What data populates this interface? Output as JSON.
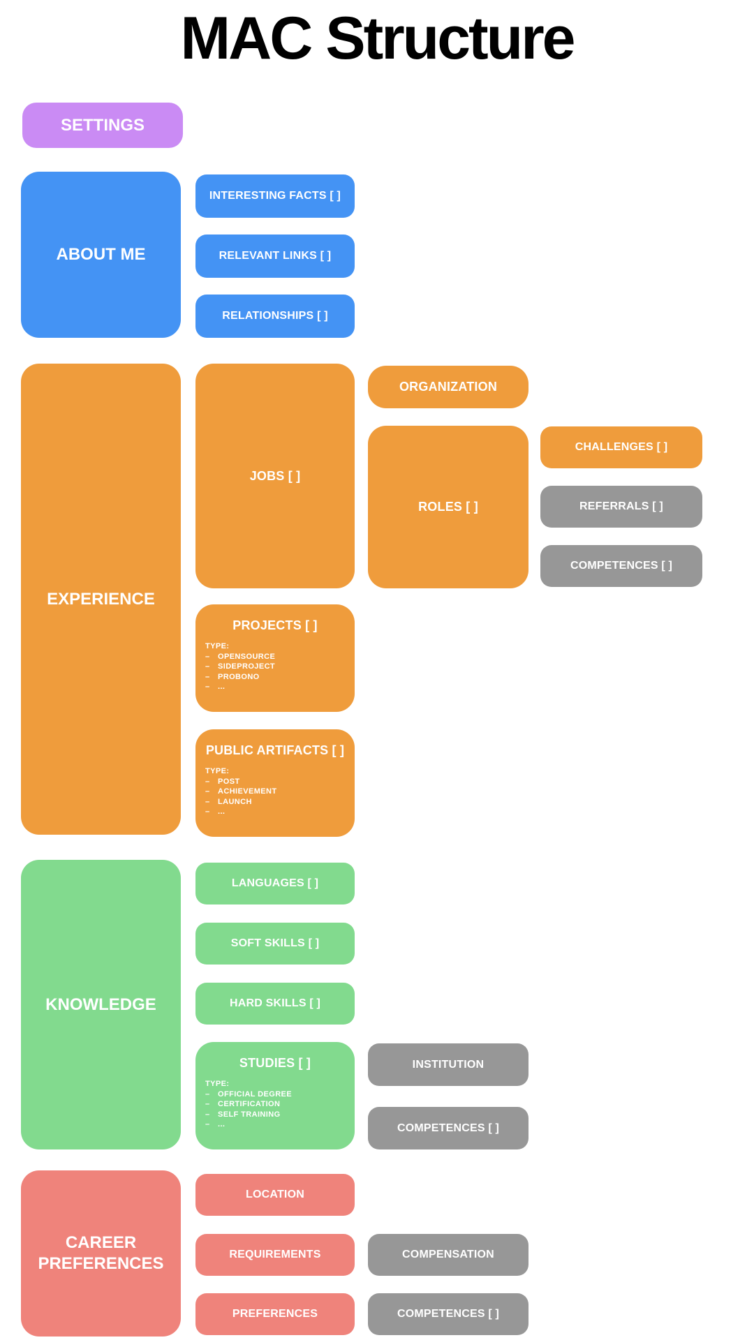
{
  "page": {
    "title": "MAC Structure"
  },
  "bullet": "–",
  "colors": {
    "purple": "#CA8BF4",
    "blue": "#4493F4",
    "orange": "#EF9C3C",
    "green": "#82DA8E",
    "salmon": "#EF837B",
    "gray": "#979797",
    "title_text": "#000000",
    "node_text": "#FFFFFF"
  },
  "nodes": {
    "settings": {
      "label": "SETTINGS"
    },
    "about_me": {
      "label": "ABOUT ME"
    },
    "interesting_facts": {
      "label": "INTERESTING FACTS [ ]"
    },
    "relevant_links": {
      "label": "RELEVANT LINKS [ ]"
    },
    "relationships": {
      "label": "RELATIONSHIPS [ ]"
    },
    "experience": {
      "label": "EXPERIENCE"
    },
    "jobs": {
      "label": "JOBS [ ]"
    },
    "organization": {
      "label": "ORGANIZATION"
    },
    "roles": {
      "label": "ROLES [ ]"
    },
    "challenges": {
      "label": "CHALLENGES [ ]"
    },
    "referrals": {
      "label": "REFERRALS [ ]"
    },
    "roles_competences": {
      "label": "COMPETENCES [ ]"
    },
    "projects": {
      "label": "PROJECTS [ ]",
      "type_heading": "TYPE:",
      "types": [
        "OPENSOURCE",
        "SIDEPROJECT",
        "PROBONO",
        "..."
      ]
    },
    "public_artifacts": {
      "label": "PUBLIC ARTIFACTS [ ]",
      "type_heading": "TYPE:",
      "types": [
        "POST",
        "ACHIEVEMENT",
        "LAUNCH",
        "..."
      ]
    },
    "knowledge": {
      "label": "KNOWLEDGE"
    },
    "languages": {
      "label": "LANGUAGES [ ]"
    },
    "soft_skills": {
      "label": "SOFT SKILLS [ ]"
    },
    "hard_skills": {
      "label": "HARD SKILLS [ ]"
    },
    "studies": {
      "label": "STUDIES [ ]",
      "type_heading": "TYPE:",
      "types": [
        "OFFICIAL DEGREE",
        "CERTIFICATION",
        "SELF TRAINING",
        "..."
      ]
    },
    "institution": {
      "label": "INSTITUTION"
    },
    "studies_competences": {
      "label": "COMPETENCES [ ]"
    },
    "career_preferences": {
      "label": "CAREER PREFERENCES"
    },
    "location": {
      "label": "LOCATION"
    },
    "requirements": {
      "label": "REQUIREMENTS"
    },
    "preferences": {
      "label": "PREFERENCES"
    },
    "compensation": {
      "label": "COMPENSATION"
    },
    "career_competences": {
      "label": "COMPETENCES [ ]"
    }
  }
}
